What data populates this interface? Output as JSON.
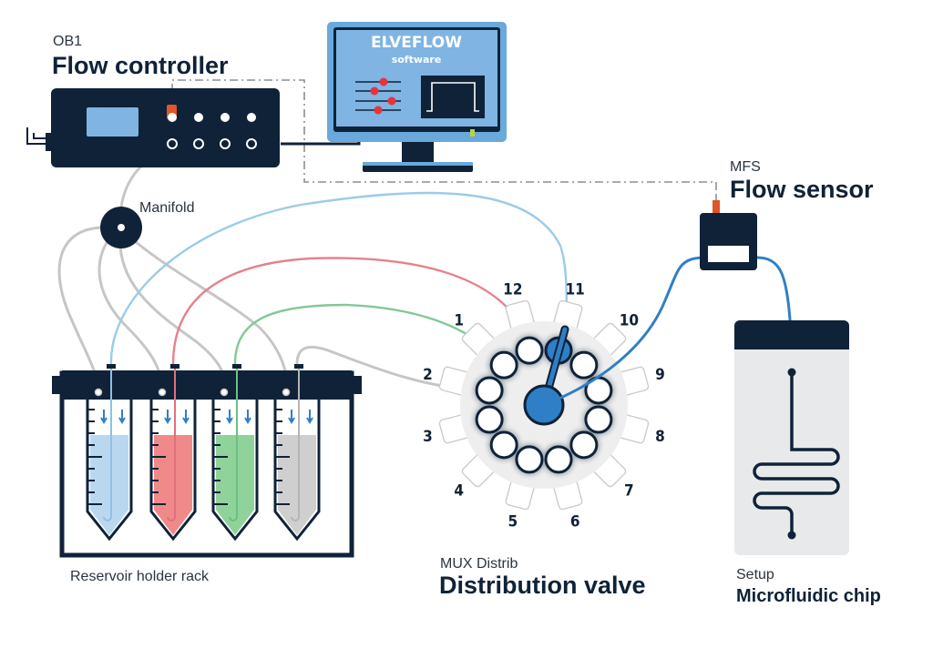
{
  "labels": {
    "flow_controller": {
      "model": "OB1",
      "title": "Flow controller"
    },
    "flow_sensor": {
      "model": "MFS",
      "title": "Flow sensor"
    },
    "distribution_valve": {
      "model": "MUX Distrib",
      "title": "Distribution valve"
    },
    "chip": {
      "model": "Setup",
      "title": "Microfluidic chip"
    },
    "manifold": "Manifold",
    "rack": "Reservoir holder rack"
  },
  "software": {
    "brand": "ELVEFLOW",
    "subtitle": "software"
  },
  "valve": {
    "ports": [
      "1",
      "2",
      "3",
      "4",
      "5",
      "6",
      "7",
      "8",
      "9",
      "10",
      "11",
      "12"
    ],
    "active_port": "11"
  },
  "reservoirs": [
    {
      "name": "reservoir-blue",
      "fluid": "#b9d8f0",
      "tube": "#8ec1e6"
    },
    {
      "name": "reservoir-red",
      "fluid": "#f08a8a",
      "tube": "#e0707a"
    },
    {
      "name": "reservoir-green",
      "fluid": "#8fd39a",
      "tube": "#6cbf84"
    },
    {
      "name": "reservoir-gray",
      "fluid": "#cfcfcf",
      "tube": "#b5b5b5"
    }
  ],
  "colors": {
    "navy": "#0f2238",
    "accent_blue": "#2f7fc6",
    "screen_blue": "#7fb4e3",
    "orange": "#e0552a",
    "slider_red": "#e8333a",
    "pressure_gray": "#c8c8c8"
  }
}
